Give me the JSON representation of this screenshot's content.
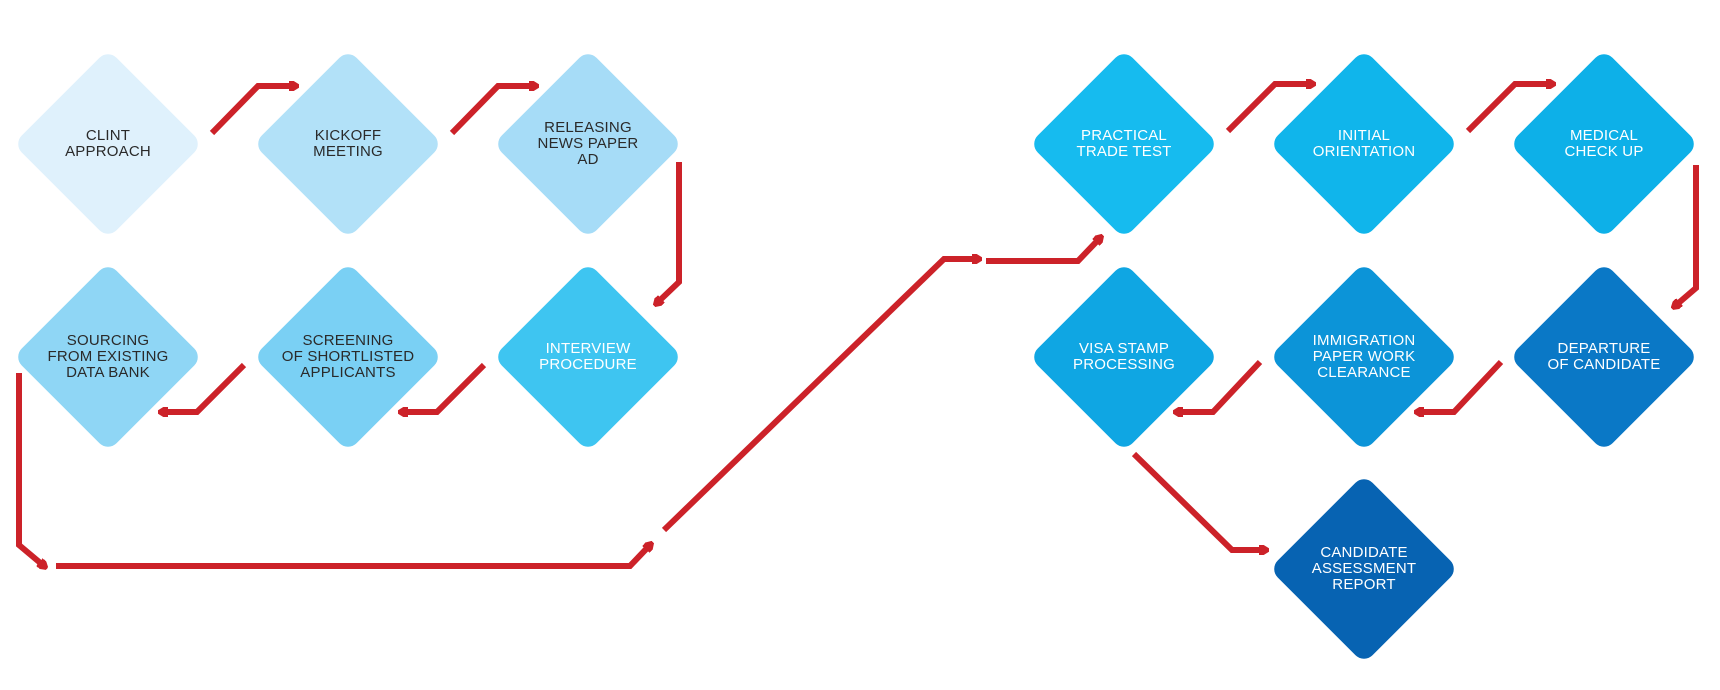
{
  "steps": {
    "s1": {
      "lines": [
        "CLINT",
        "APPROACH"
      ],
      "color": "#dff1fc"
    },
    "s2": {
      "lines": [
        "KICKOFF",
        "MEETING"
      ],
      "color": "#b2e1f8"
    },
    "s3": {
      "lines": [
        "RELEASING",
        "NEWS PAPER",
        "AD"
      ],
      "color": "#a6dcf7"
    },
    "s4": {
      "lines": [
        "INTERVIEW",
        "PROCEDURE"
      ],
      "color": "#3ec5f1"
    },
    "s5": {
      "lines": [
        "SCREENING",
        "OF SHORTLISTED",
        "APPLICANTS"
      ],
      "color": "#7ad0f4"
    },
    "s6": {
      "lines": [
        "SOURCING",
        "FROM EXISTING",
        "DATA BANK"
      ],
      "color": "#8fd6f5"
    },
    "s7": {
      "lines": [
        "PRACTICAL",
        "TRADE TEST"
      ],
      "color": "#16bbef"
    },
    "s8": {
      "lines": [
        "INITIAL",
        "ORIENTATION"
      ],
      "color": "#10b5eb"
    },
    "s9": {
      "lines": [
        "MEDICAL",
        "CHECK UP"
      ],
      "color": "#0db0e8"
    },
    "s10": {
      "lines": [
        "DEPARTURE",
        "OF CANDIDATE"
      ],
      "color": "#0a78c6"
    },
    "s11": {
      "lines": [
        "IMMIGRATION",
        "PAPER WORK",
        "CLEARANCE"
      ],
      "color": "#0c94d8"
    },
    "s12": {
      "lines": [
        "VISA STAMP",
        "PROCESSING"
      ],
      "color": "#0fa6e3"
    },
    "s13": {
      "lines": [
        "CANDIDATE",
        "ASSESSMENT",
        "REPORT"
      ],
      "color": "#0763b2"
    }
  },
  "arrow_color": "#cc2229"
}
